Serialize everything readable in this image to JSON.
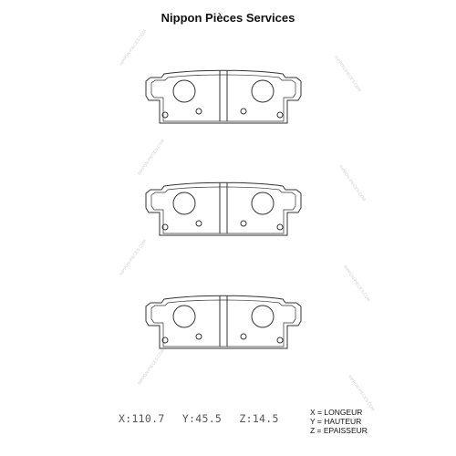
{
  "header": {
    "title": "Nippon Pièces Services"
  },
  "dimensions": {
    "x": "X:110.7",
    "y": "Y:45.5",
    "z": "Z:14.5"
  },
  "legend": [
    "X = LONGEUR",
    "Y = HAUTEUR",
    "Z = EPAISSEUR"
  ],
  "watermark": {
    "text": "NIPPON-PIECES.COM"
  },
  "colors": {
    "line": "#333333",
    "text": "#111111",
    "dims": "#555555"
  }
}
